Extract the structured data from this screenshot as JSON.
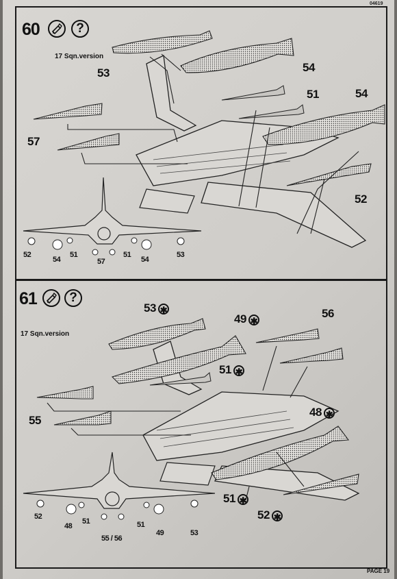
{
  "header": {
    "code": "04619"
  },
  "footer": {
    "page_label": "PAGE 19"
  },
  "steps": [
    {
      "number": "60",
      "version": "17 Sqn.version",
      "icons": [
        "glue-tube-icon",
        "question-mark-icon"
      ],
      "icon_question_glyph": "?",
      "callouts": {
        "c53": "53",
        "c54_top": "54",
        "c51": "51",
        "c54_right": "54",
        "c57": "57",
        "c52": "52"
      },
      "front_view": {
        "labels": [
          "52",
          "54",
          "51",
          "57",
          "51",
          "54",
          "53"
        ]
      }
    },
    {
      "number": "61",
      "version": "17 Sqn.version",
      "icons": [
        "glue-tube-icon",
        "question-mark-icon"
      ],
      "icon_question_glyph": "?",
      "star_glyph": "✱",
      "callouts": {
        "c53": "53",
        "c49": "49",
        "c56": "56",
        "c51_top": "51",
        "c55": "55",
        "c48": "48",
        "c51_bottom": "51",
        "c52": "52"
      },
      "front_view": {
        "labels": [
          "52",
          "48",
          "51",
          "55 / 56",
          "51",
          "49",
          "53"
        ]
      }
    }
  ]
}
